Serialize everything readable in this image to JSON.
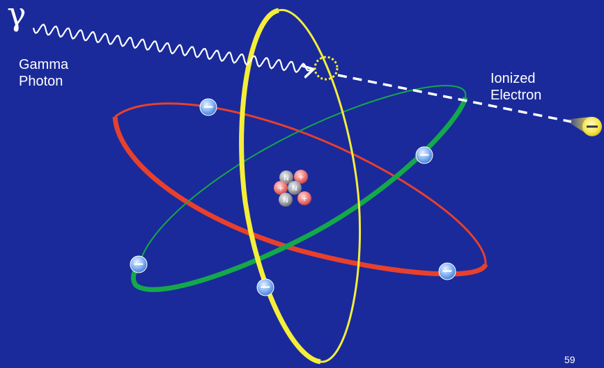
{
  "gamma": {
    "symbol": "γ",
    "label_line1": "Gamma",
    "label_line2": "Photon"
  },
  "electron_label": {
    "line1": "Ionized",
    "line2": "Electron"
  },
  "nucleus": {
    "proton_symbol": "+",
    "neutron_symbol": "N"
  },
  "electron_symbol": "−",
  "slide_number": "59",
  "colors": {
    "background": "#1a2a9a",
    "orbit_red": "#e8402c",
    "orbit_green": "#14a84a",
    "orbit_yellow": "#f4ee3a",
    "photon": "#ffffff",
    "electron_fill": "#6fa8f4",
    "proton_fill": "#f08080",
    "neutron_fill": "#a8aab0"
  },
  "icons": [
    "gamma-wave-icon",
    "electron-icon",
    "proton-icon",
    "neutron-icon",
    "ejected-electron-icon",
    "dashed-trajectory-icon",
    "vacancy-circle-icon"
  ]
}
